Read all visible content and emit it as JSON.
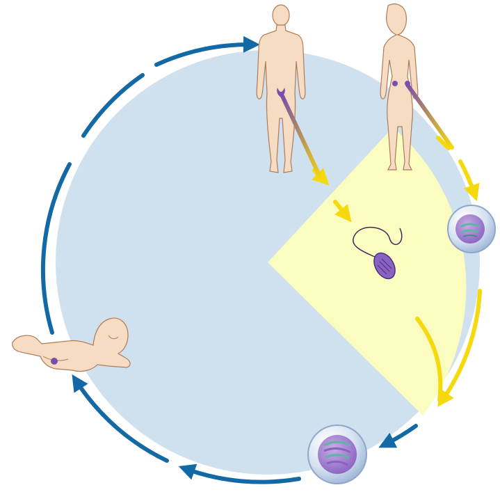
{
  "colors": {
    "diploid_region": "#cfe0ee",
    "haploid_region": "#fafcc0",
    "diploid_arrow": "#1369a6",
    "haploid_arrow": "#f5d90c",
    "skin": "#f7dcc4",
    "gonad": "#7a4fa8",
    "cell_membrane": "#b9cde6",
    "chromosome_a": "#5fb3a7",
    "chromosome_b": "#8a62c2"
  },
  "figures": [
    {
      "id": "adult-male-figure",
      "icon": "adult-male-icon"
    },
    {
      "id": "adult-female-figure",
      "icon": "adult-female-icon"
    },
    {
      "id": "sperm-cell",
      "icon": "sperm-icon"
    },
    {
      "id": "egg-cell",
      "icon": "egg-icon"
    },
    {
      "id": "zygote-cell",
      "icon": "zygote-icon"
    },
    {
      "id": "infant-figure",
      "icon": "infant-icon"
    }
  ]
}
